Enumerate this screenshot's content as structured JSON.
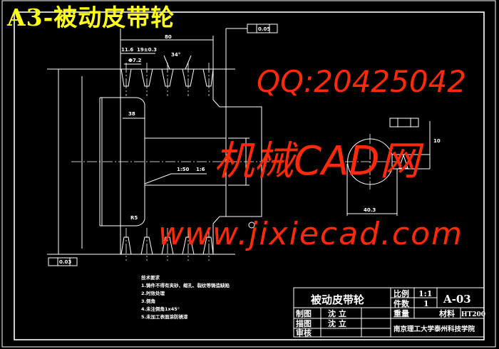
{
  "title": "A3-被动皮带轮",
  "dimensions": {
    "overall_width": "80",
    "groove_offset": "11.6",
    "groove_pitch": "19±0.3",
    "groove_angle": "34°",
    "groove_top": "Φ7.2",
    "hub_width": "38",
    "fillet": "R5",
    "taper1": "1:50",
    "taper2": "1:6",
    "flatness": "0.05",
    "runout": "0.03",
    "keyway": "40.3",
    "keyway_depth": "10"
  },
  "tech_requirements": {
    "heading": "技术要求",
    "items": [
      "1.铸件不得有夹砂、缩孔、裂纹等铸造缺陷",
      "2.时效处理",
      "3.倒角",
      "4.未注倒角1x45°",
      "5.未加工表面涂防锈漆"
    ]
  },
  "title_block": {
    "part_name": "被动皮带轮",
    "scale_label": "比例",
    "scale_value": "1:1",
    "qty_label": "件数",
    "qty_value": "1",
    "drawing_no": "A-03",
    "drawn_label": "制图",
    "drawn_by": "沈 立",
    "traced_label": "描图",
    "traced_by": "沈 立",
    "review_label": "审核",
    "weight_label": "重量",
    "material_label": "材料",
    "material_value": "HT200",
    "school": "南京理工大学泰州科技学院"
  },
  "watermark": {
    "line1": "机械CAD网",
    "line2": "www.jixiecad.com",
    "line3": "QQ:20425042"
  },
  "colors": {
    "title": "#ffff1a",
    "watermark": "#ff2a0a",
    "lines": "#ffffff",
    "background": "#000000"
  }
}
